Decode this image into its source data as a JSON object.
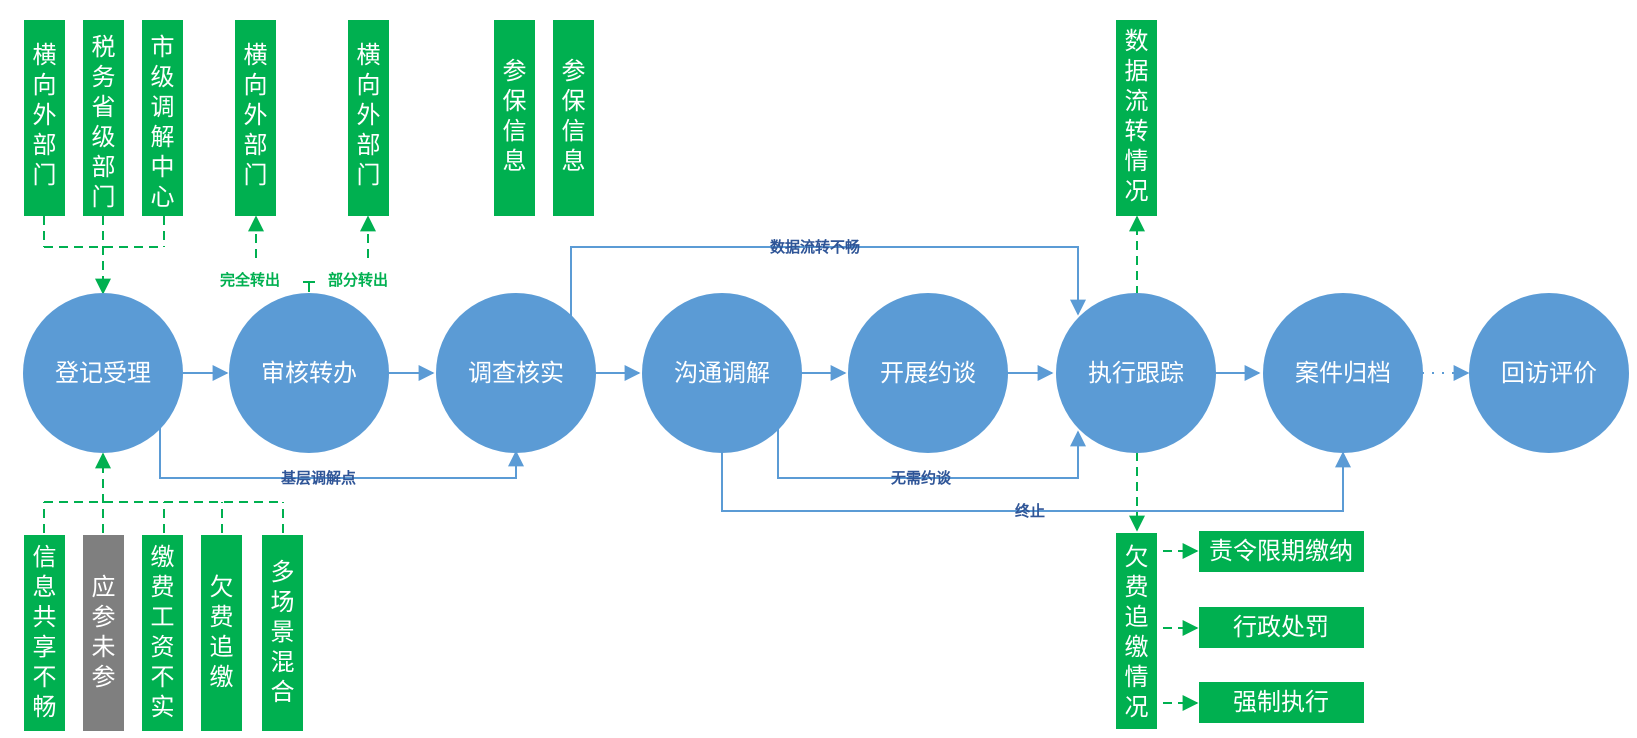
{
  "colors": {
    "circle": "#5B9BD5",
    "blue_line": "#5B9BD5",
    "blue_label": "#2F5597",
    "green_box": "#00B050",
    "gray_box": "#7F7F7F",
    "green_line": "#00B050"
  },
  "process_steps": [
    "登记受理",
    "审核转办",
    "调查核实",
    "沟通调解",
    "开展约谈",
    "执行跟踪",
    "案件归档",
    "回访评价"
  ],
  "top_boxes": {
    "registration_sources": [
      "横向外部门",
      "税务省级部门",
      "市级调解中心"
    ],
    "full_transfer_target": "横向外部门",
    "partial_transfer_target": "横向外部门",
    "insurance_info": [
      "参保信息",
      "参保信息"
    ],
    "data_flow_status": "数据流转情况"
  },
  "bottom_boxes": {
    "case_types": [
      {
        "text": "信息共享不畅",
        "style": "green"
      },
      {
        "text": "应参未参",
        "style": "gray"
      },
      {
        "text": "缴费工资不实",
        "style": "green"
      },
      {
        "text": "欠费追缴",
        "style": "green"
      },
      {
        "text": "多场景混合",
        "style": "green"
      }
    ],
    "arrears_status": "欠费追缴情况",
    "arrears_actions": [
      "责令限期缴纳",
      "行政处罚",
      "强制执行"
    ]
  },
  "edge_labels": {
    "full_transfer": "完全转出",
    "partial_transfer": "部分转出",
    "data_flow_blocked": "数据流转不畅",
    "grassroots_mediation": "基层调解点",
    "no_interview": "无需约谈",
    "terminate": "终止"
  }
}
